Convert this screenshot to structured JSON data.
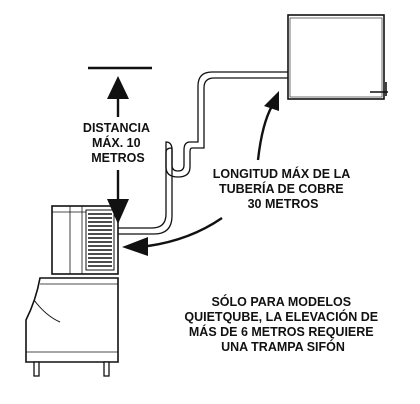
{
  "labels": {
    "distance": [
      "DISTANCIA",
      "MÁX. 10",
      "METROS"
    ],
    "pipe_length": [
      "LONGITUD MÁX DE LA",
      "TUBERÍA DE COBRE",
      "30 METROS"
    ],
    "quietqube_note": [
      "SÓLO PARA MODELOS",
      "QUIETQUBE, LA ELEVACIÓN DE",
      "MÁS DE 6 METROS REQUIERE",
      "UNA TRAMPA SIFÓN"
    ]
  },
  "colors": {
    "ink": "#111111",
    "background": "#ffffff"
  }
}
